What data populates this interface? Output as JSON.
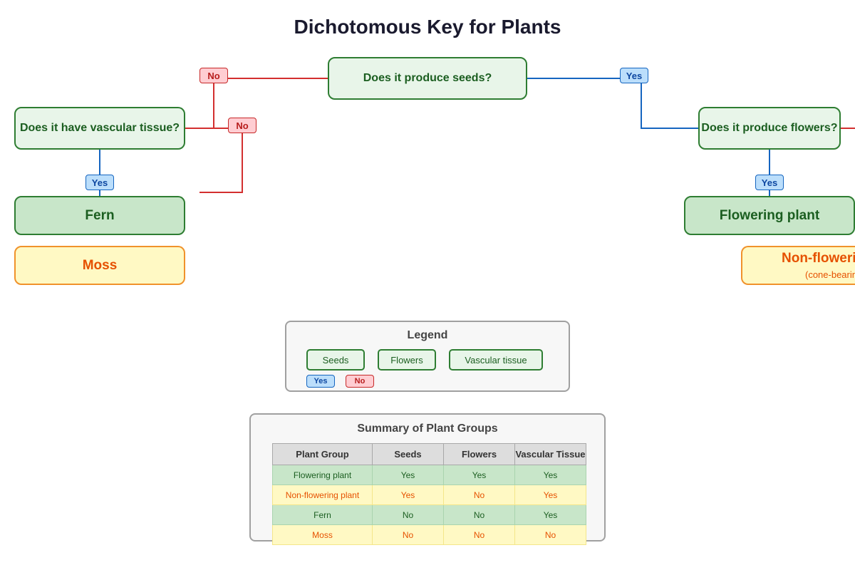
{
  "title": "Dichotomous Key for Plants",
  "questions": {
    "seeds": "Does it produce seeds?",
    "vascular": "Does it have vascular tissue?",
    "flowers": "Does it produce flowers?"
  },
  "leaves": {
    "fern": "Fern",
    "moss": "Moss",
    "flowering": "Flowering plant",
    "non_flowering": "Non-flowering",
    "non_flowering_sub": "(cone-bearin"
  },
  "badges": {
    "yes": "Yes",
    "no": "No"
  },
  "colors": {
    "yes_branch": "#1565c0",
    "no_branch": "#d32f2f",
    "question_border": "#2e7d32",
    "leaf_yellow_border": "#f0922b"
  },
  "legend": {
    "title": "Legend",
    "items": [
      "Seeds",
      "Flowers",
      "Vascular tissue"
    ],
    "yes": "Yes",
    "no": "No"
  },
  "summary": {
    "title": "Summary of Plant Groups",
    "headers": [
      "Plant Group",
      "Seeds",
      "Flowers",
      "Vascular Tissue"
    ],
    "rows": [
      [
        "Flowering plant",
        "Yes",
        "Yes",
        "Yes"
      ],
      [
        "Non-flowering plant",
        "Yes",
        "No",
        "Yes"
      ],
      [
        "Fern",
        "No",
        "No",
        "Yes"
      ],
      [
        "Moss",
        "No",
        "No",
        "No"
      ]
    ]
  }
}
